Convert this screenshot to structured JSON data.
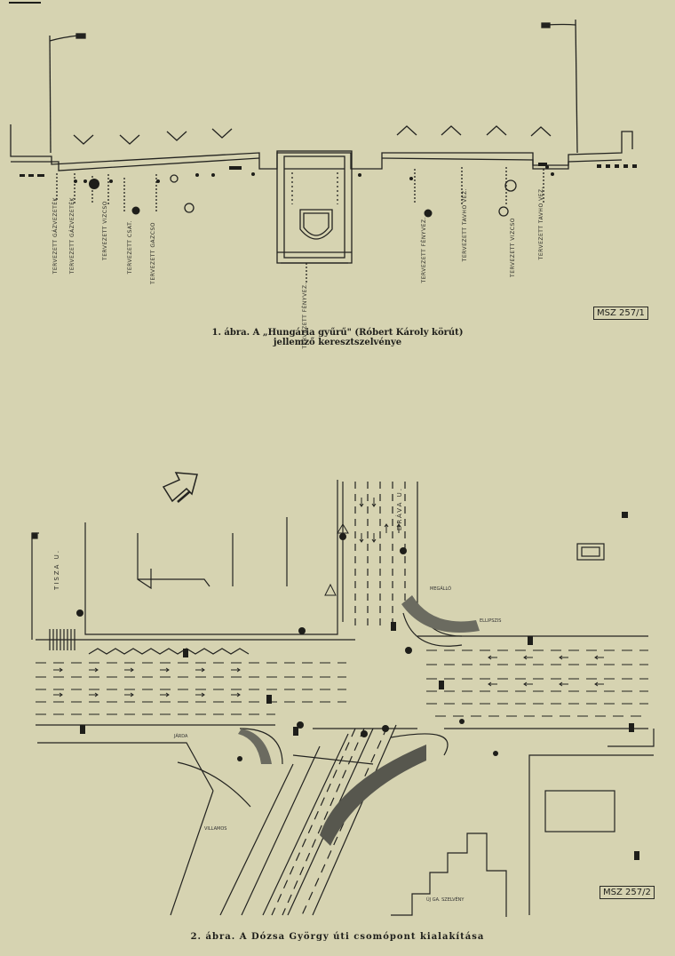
{
  "figure1": {
    "caption_line1": "1. ábra. A „Hungária gyűrű\" (Róbert Károly körút)",
    "caption_line2": "jellemző keresztszelvénye",
    "code": "MSZ 257/1",
    "utility_labels": [
      "TERVEZETT GÁZVEZETÉK",
      "TERVEZETT GÁZVEZETÉK",
      "TERVEZETT VÍZCSŐ",
      "TERVEZETT CSAT.",
      "TERVEZETT GÁZCSŐ",
      "TERVEZETT FÉNYVEZ.",
      "TERVEZETT FÉNYVEZ.",
      "TERVEZETT TÁVHŐ VEZ.",
      "TERVEZETT VÍZCSŐ",
      "TERVEZETT TÁVHŐ VEZ."
    ]
  },
  "figure2": {
    "caption": "2. ábra. A Dózsa György úti csomópont kialakítása",
    "code": "MSZ 257/2",
    "street_tisza": "TISZA U.",
    "street_drava": "DRÁVA U.",
    "small_labels": [
      "MEGÁLLÓ",
      "JÁRDA",
      "ELLIPSZIS",
      "ÚJ GA. SZELVÉNY",
      "VILLAMOS"
    ]
  },
  "colors": {
    "paper": "#d6d3b1",
    "ink": "#1e1e1a"
  }
}
